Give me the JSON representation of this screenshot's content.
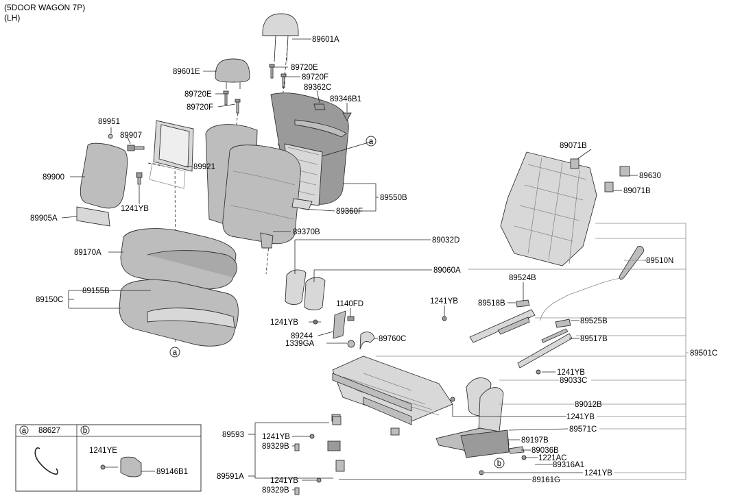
{
  "header": {
    "line1": "(5DOOR WAGON 7P)",
    "line2": "(LH)"
  },
  "labels": {
    "p89601A": "89601A",
    "p89720E_a": "89720E",
    "p89720F_a": "89720F",
    "p89601E": "89601E",
    "p89362C": "89362C",
    "p89346B1": "89346B1",
    "p89720E_b": "89720E",
    "p89720F_b": "89720F",
    "p89951": "89951",
    "p89907": "89907",
    "p89921": "89921",
    "p89900": "89900",
    "p1241YB_a": "1241YB",
    "p89905A": "89905A",
    "p89550B": "89550B",
    "p89360F": "89360F",
    "p89370B": "89370B",
    "p89071B_a": "89071B",
    "p89630": "89630",
    "p89071B_b": "89071B",
    "p89170A": "89170A",
    "p89032D": "89032D",
    "p89510N": "89510N",
    "p89060A": "89060A",
    "p89524B": "89524B",
    "p89150C": "89150C",
    "p89155B": "89155B",
    "p1140FD": "1140FD",
    "p1241YB_b": "1241YB",
    "p89518B": "89518B",
    "p1241YB_c": "1241YB",
    "p89525B": "89525B",
    "p89244": "89244",
    "p89760C": "89760C",
    "p89517B": "89517B",
    "p1339GA": "1339GA",
    "p89501C": "89501C",
    "p1241YB_d": "1241YB",
    "p89033C": "89033C",
    "p89012B": "89012B",
    "p1241YB_e": "1241YB",
    "p89593": "89593",
    "p89571C": "89571C",
    "p1241YB_f": "1241YB",
    "p89329B_a": "89329B",
    "p89197B": "89197B",
    "p89036B": "89036B",
    "p1221AC": "1221AC",
    "p89316A1": "89316A1",
    "p1241YB_g": "1241YB",
    "p89591A": "89591A",
    "p1241YB_h": "1241YB",
    "p89329B_b": "89329B",
    "p89161G": "89161G"
  },
  "callouts": {
    "a": "a",
    "b": "b"
  },
  "legend": {
    "cell_a_letter": "a",
    "cell_a_part": "88627",
    "cell_b_letter": "b",
    "cell_b_bolt": "1241YE",
    "cell_b_part": "89146B1"
  }
}
